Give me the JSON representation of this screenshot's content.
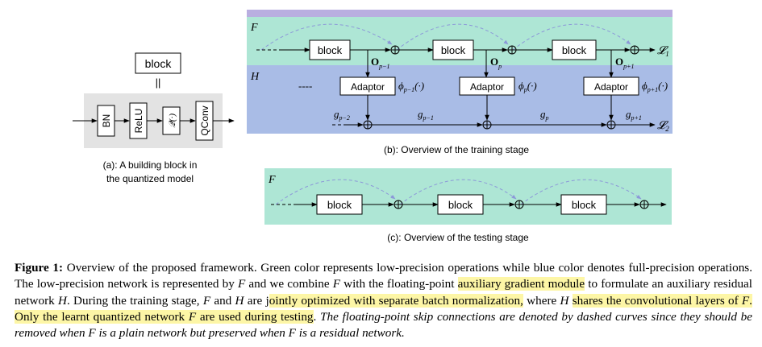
{
  "fig_a": {
    "block_label": "block",
    "equiv": "||",
    "ops": [
      {
        "id": "bn",
        "label": "BN"
      },
      {
        "id": "relu",
        "label": "ReLU"
      },
      {
        "id": "quant",
        "label": "𝒬(·)"
      },
      {
        "id": "qconv",
        "label": "QConv"
      }
    ],
    "caption_line1": "(a): A building block in",
    "caption_line2": "the quantized model"
  },
  "fig_b": {
    "F": "F",
    "H": "H",
    "block_label": "block",
    "adaptor_label": "Adaptor",
    "dots": "----",
    "o_labels": [
      "O",
      "O",
      "O"
    ],
    "o_subs": [
      "p−1",
      "p",
      "p+1"
    ],
    "phi": "ϕ",
    "phi_subs": [
      "p−1",
      "p",
      "p+1"
    ],
    "phi_arg": "(·)",
    "g": "g",
    "g_subs": [
      "p−2",
      "p−1",
      "p",
      "p+1"
    ],
    "L": "𝓛",
    "L_subs": [
      "1",
      "2"
    ],
    "caption": "(b): Overview of the training stage"
  },
  "fig_c": {
    "F": "F",
    "block_label": "block",
    "caption": "(c): Overview of the testing stage"
  },
  "colors": {
    "green": "#aee6d5",
    "blue": "#a9bce6",
    "purple_bar": "#b9aee0",
    "gray": "#e3e3e3",
    "dashed": "#8c98d8",
    "highlight": "#fdf6a6"
  },
  "caption": {
    "fig_label": "Figure 1:",
    "s1": " Overview of the proposed framework. Green color represents low-precision operations while blue color denotes full-precision operations. The low-precision network is represented by ",
    "F1": "F",
    "s2": " and we combine ",
    "F2": "F",
    "s3": " with the floating-point ",
    "h1": "auxiliary gradient module",
    "s4": " to formulate an auxiliary residual network ",
    "H1": "H",
    "s5": ". During the training stage, ",
    "F3": "F",
    "s6": " and ",
    "H2": "H",
    "s7": " are j",
    "h2": "ointly optimized with separate batch normalization,",
    "s8": " where ",
    "H3": "H",
    "s9": " ",
    "h3a": "shares the convolutional layers of ",
    "h3b": "F",
    "h3c": ".",
    "s10": " ",
    "h4a": "Only the learnt quantized network ",
    "h4b": "F",
    "h4c": " are used during testing",
    "s11": ". ",
    "it1": "The floating-point skip connections are denoted by dashed curves since they should be removed when F is a plain network but preserved when F is a residual network."
  }
}
